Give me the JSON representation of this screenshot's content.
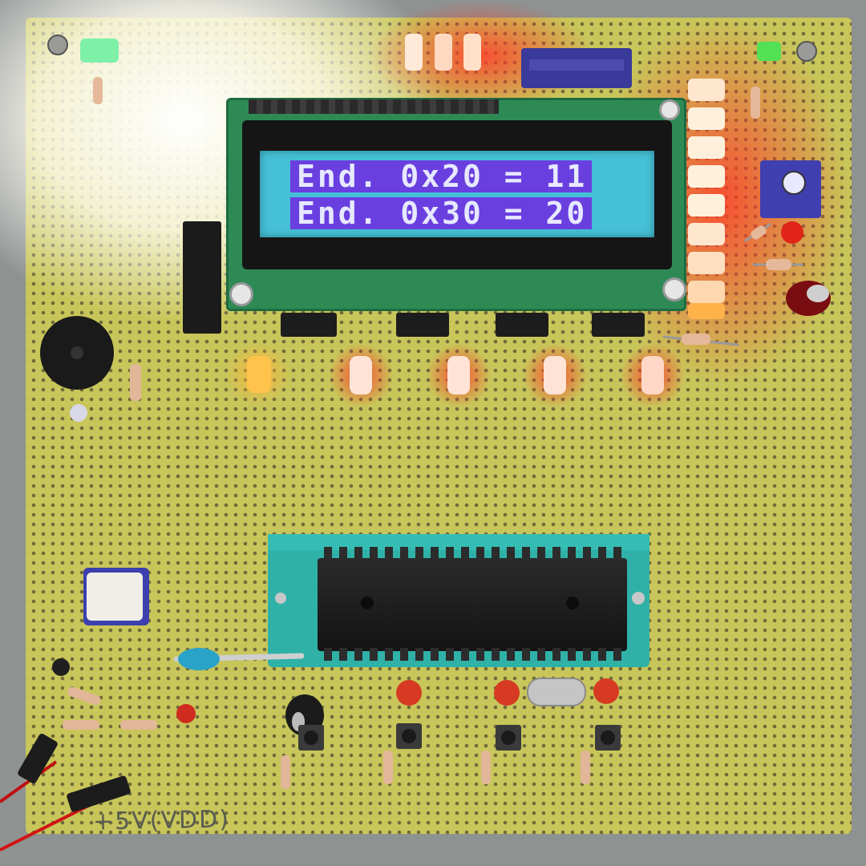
{
  "lcd": {
    "line1": "End. 0x20 = 11",
    "line2": "End. 0x30 = 20"
  },
  "board": {
    "label": "+5V(VDD)"
  },
  "colors": {
    "pcb": "#c9c75a",
    "lcd_backlight": "#45c0d6",
    "lcd_text_bg": "#6a3fe0",
    "led_red": "#ff3b2a",
    "led_amber": "#ffb03a",
    "socket": "#2fb2a8"
  }
}
